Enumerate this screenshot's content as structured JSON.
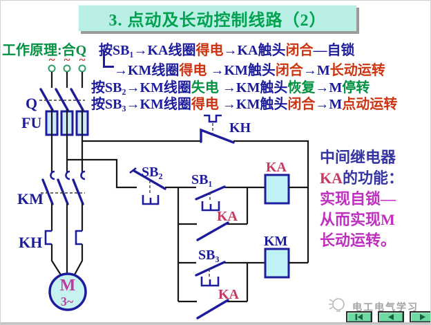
{
  "title": "3. 点动及长动控制线路（2）",
  "principle": {
    "heading": "工作原理:合Q",
    "line1": [
      "按SB₁→KA线圈",
      "得电",
      "→KA触头",
      "闭合",
      "—自锁"
    ],
    "line2": [
      "→KM线圈",
      "得电",
      " →KM触头",
      "闭合",
      "→M",
      "长动运转"
    ],
    "line3": [
      "按SB₂→KM线圈",
      "失电",
      " →KM触头",
      "恢复",
      "→M",
      "停转"
    ],
    "line4": [
      "按SB₃→KM线圈",
      "得电",
      " →KM触头",
      "闭合",
      "→M",
      "点动运转"
    ]
  },
  "circuit": {
    "phase_tildes": [
      "~",
      "~",
      "~"
    ],
    "labels": {
      "q": "Q",
      "fu": "FU",
      "km_main": "KM",
      "kh_heater": "KH",
      "motor_letter": "M",
      "motor_phases": "3~",
      "kh_contact": "KH",
      "sb2": "SB₂",
      "sb1": "SB₁",
      "sb3": "SB₃",
      "ka_aux1": "KA",
      "ka_aux2": "KA",
      "ka_coil": "KA",
      "km_coil": "KM"
    }
  },
  "side_note": {
    "line1": "中间继电器",
    "line2_em": "KA",
    "line2_rest": "的功能：",
    "line3": "实现自锁—",
    "line4": "从而实现M",
    "line5": "长动运转。"
  },
  "footer": {
    "watermark": "电工电气学习",
    "nav_buttons": [
      "skip-start",
      "previous",
      "next"
    ]
  },
  "colors": {
    "navy": "#1c1c9c",
    "wire": "#161616",
    "red": "#cc3311",
    "green": "#009141",
    "magenta": "#bf2fbf",
    "indigo": "#3434a2",
    "crimson": "#c73a5e",
    "motor_text": "#c23a9e",
    "title_green": "#00a14f",
    "title_bg": "#b9efe4",
    "coil_fill": "#bef2f4",
    "fuse_fill": "#cfe9f8",
    "button_green": "#6fd9a3",
    "terminal_green": "#2f9e68"
  }
}
